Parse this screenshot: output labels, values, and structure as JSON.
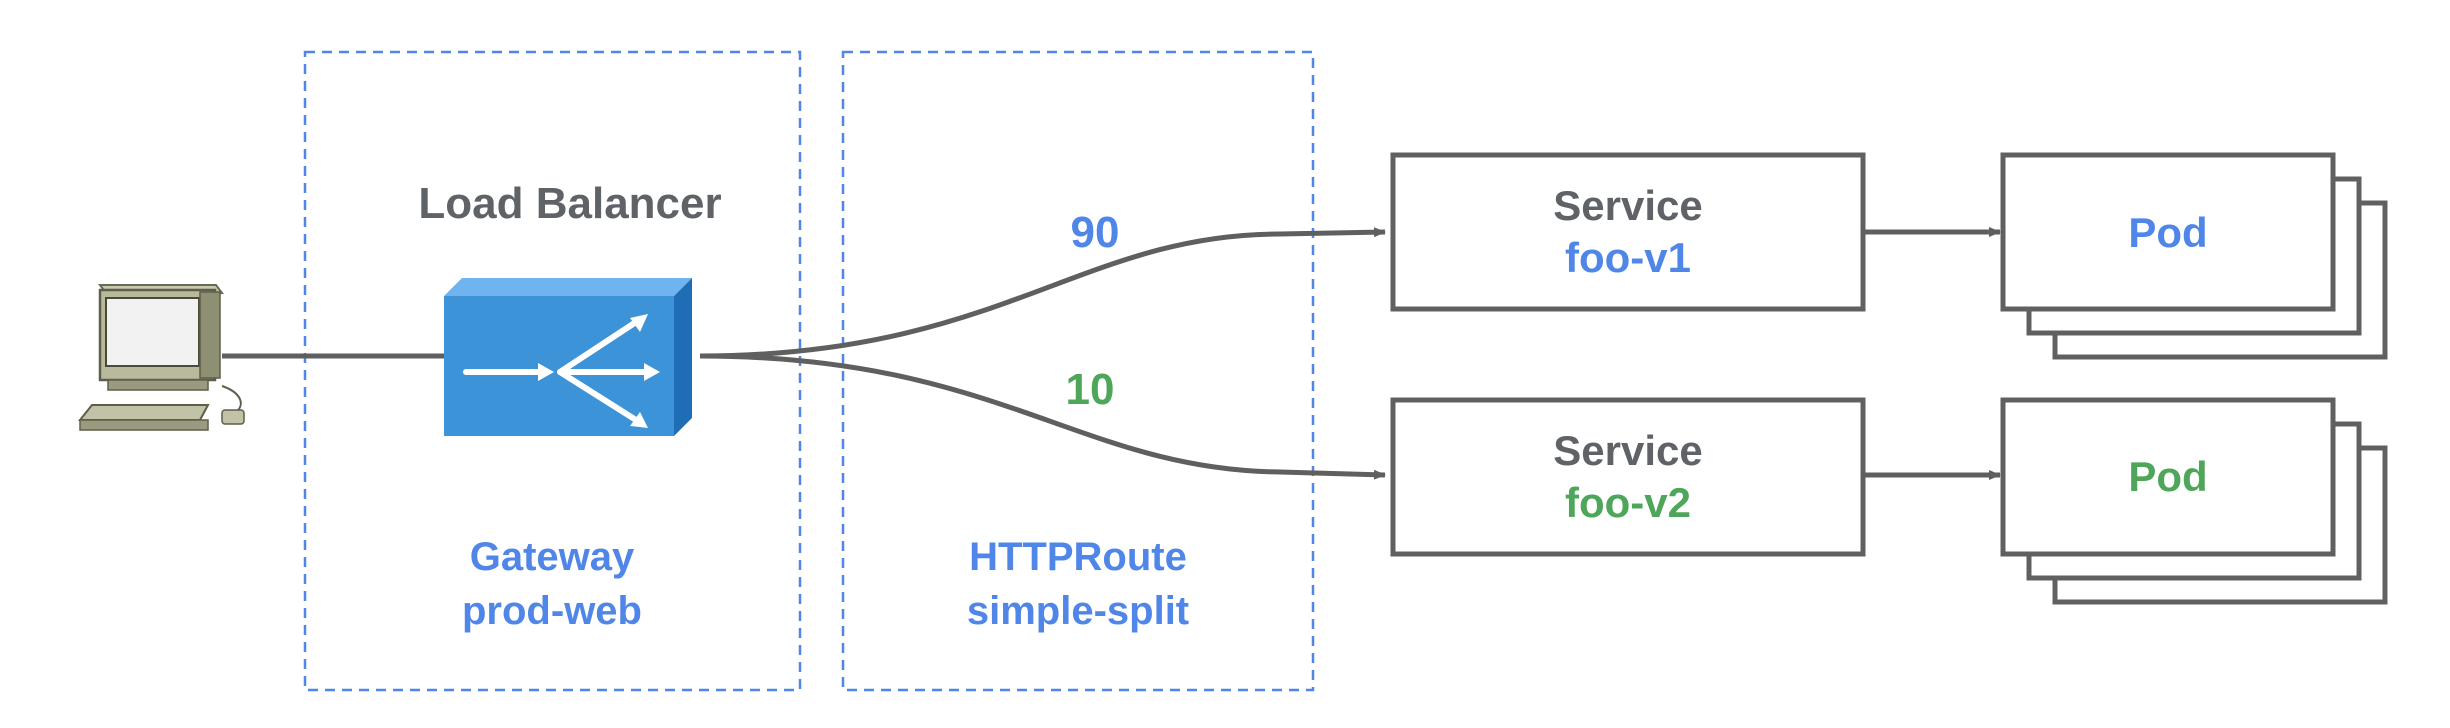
{
  "colors": {
    "blue": "#4f86e8",
    "green": "#4ea65a",
    "gray_text": "#5f6368",
    "line": "#5f5f5f",
    "box_border": "#606060",
    "dashed_border": "#4f86e8",
    "lb_face": "#3c93d8",
    "lb_top": "#6fb4ee",
    "lb_side": "#1f6eb5"
  },
  "client": {
    "icon": "desktop-computer-icon"
  },
  "gateway": {
    "title": "Load Balancer",
    "icon": "load-balancer-icon",
    "kind": "Gateway",
    "name": "prod-web"
  },
  "route": {
    "kind": "HTTPRoute",
    "name": "simple-split",
    "weights": [
      "90",
      "10"
    ]
  },
  "services": [
    {
      "label": "Service",
      "name": "foo-v1"
    },
    {
      "label": "Service",
      "name": "foo-v2"
    }
  ],
  "pods": [
    {
      "label": "Pod"
    },
    {
      "label": "Pod"
    }
  ]
}
